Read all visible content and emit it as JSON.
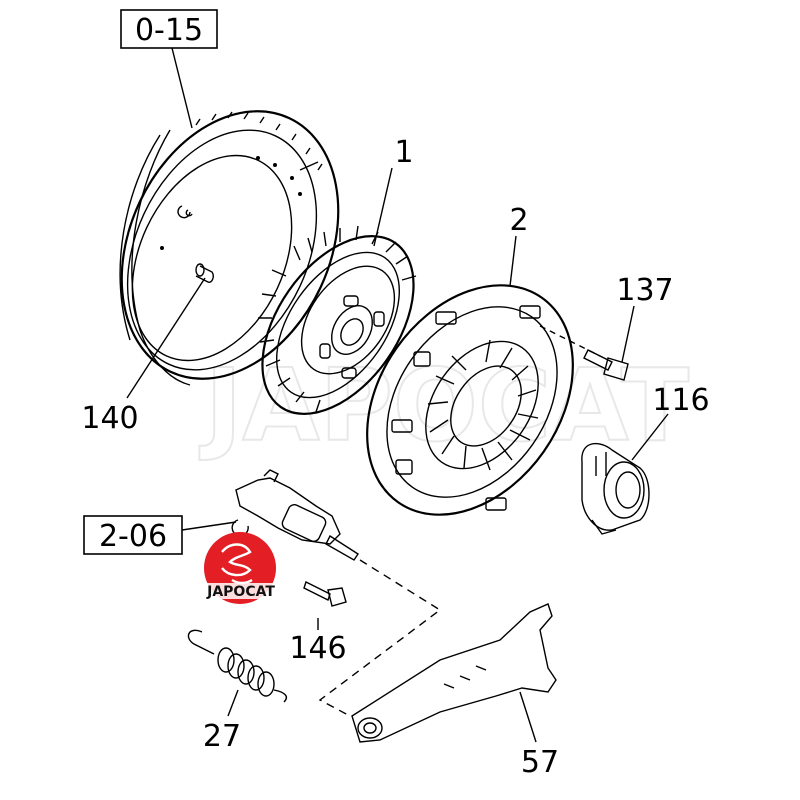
{
  "diagram": {
    "parts": {
      "flywheel": {
        "ref": "0-15"
      },
      "clutch_disc": {
        "number": "1"
      },
      "pressure_plate": {
        "number": "2"
      },
      "bolt_137": {
        "number": "137"
      },
      "release_bearing": {
        "number": "116"
      },
      "pin": {
        "number": "140"
      },
      "slave_cylinder": {
        "ref": "2-06"
      },
      "bolt_146": {
        "number": "146"
      },
      "spring": {
        "number": "27"
      },
      "release_fork": {
        "number": "57"
      }
    },
    "watermark": "JAPOCAT",
    "logo": {
      "text": "JAPOCAT",
      "color": "#e31e24"
    }
  }
}
